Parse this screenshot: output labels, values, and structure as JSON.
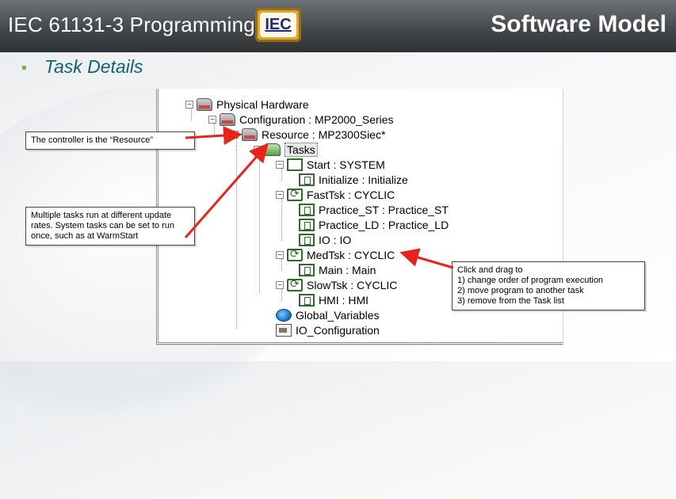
{
  "header": {
    "title_left": "IEC 61131-3 Programming",
    "logo_text": "IEC",
    "title_right": "Software Model"
  },
  "subtitle": "Task Details",
  "tree": [
    {
      "id": "n0",
      "label": "Physical Hardware",
      "icon": "folder-icon",
      "expander": "−"
    },
    {
      "id": "n1",
      "label": "Configuration : MP2000_Series",
      "icon": "folder-icon",
      "expander": "−"
    },
    {
      "id": "n2",
      "label": "Resource : MP2300Siec*",
      "icon": "folder-icon",
      "expander": "−"
    },
    {
      "id": "n3",
      "label": "Tasks",
      "icon": "folder-green-icon",
      "expander": "−"
    },
    {
      "id": "n4",
      "label": "Start : SYSTEM",
      "icon": "system-task-icon",
      "expander": "−"
    },
    {
      "id": "n5",
      "label": "Initialize : Initialize",
      "icon": "program-icon",
      "expander": ""
    },
    {
      "id": "n6",
      "label": "FastTsk : CYCLIC",
      "icon": "cyclic-task-icon",
      "expander": "−"
    },
    {
      "id": "n7",
      "label": "Practice_ST : Practice_ST",
      "icon": "program-icon",
      "expander": ""
    },
    {
      "id": "n8",
      "label": "Practice_LD : Practice_LD",
      "icon": "program-icon",
      "expander": ""
    },
    {
      "id": "n9",
      "label": "IO : IO",
      "icon": "program-icon",
      "expander": ""
    },
    {
      "id": "n10",
      "label": "MedTsk : CYCLIC",
      "icon": "cyclic-task-icon",
      "expander": "−"
    },
    {
      "id": "n11",
      "label": "Main : Main",
      "icon": "program-icon",
      "expander": ""
    },
    {
      "id": "n12",
      "label": "SlowTsk : CYCLIC",
      "icon": "cyclic-task-icon",
      "expander": "−"
    },
    {
      "id": "n13",
      "label": "HMI : HMI",
      "icon": "program-icon",
      "expander": ""
    },
    {
      "id": "n14",
      "label": "Global_Variables",
      "icon": "globe-icon",
      "expander": ""
    },
    {
      "id": "n15",
      "label": "IO_Configuration",
      "icon": "io-config-icon",
      "expander": ""
    }
  ],
  "callouts": {
    "resource": "The controller is the “Resource”",
    "tasks": "Multiple tasks run at different update rates.  System tasks can be set to run once, such as at WarmStart",
    "drag_1": "Click  and drag to",
    "drag_2": "1) change order of program execution",
    "drag_3": "2) move program to another task",
    "drag_4": "3) remove from the Task list"
  },
  "colors": {
    "header_dark": "#3a3d41",
    "subtitle": "#13607a",
    "bullet": "#7bb043",
    "arrow": "#e8231b"
  }
}
